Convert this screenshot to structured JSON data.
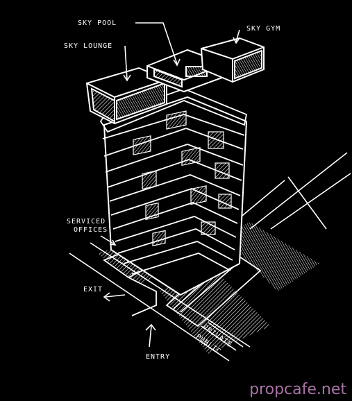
{
  "labels": {
    "sky_pool": "SKY POOL",
    "sky_gym": "SKY GYM",
    "sky_lounge": "SKY LOUNGE",
    "serviced_offices_1": "SERVICED",
    "serviced_offices_2": "OFFICES",
    "exit": "EXIT",
    "private": "PRIVATE",
    "public": "PUBLIC",
    "entry": "ENTRY"
  },
  "watermark": "propcafe.net",
  "colors": {
    "background": "#000000",
    "stroke": "#ffffff",
    "watermark": "#c586c0"
  }
}
